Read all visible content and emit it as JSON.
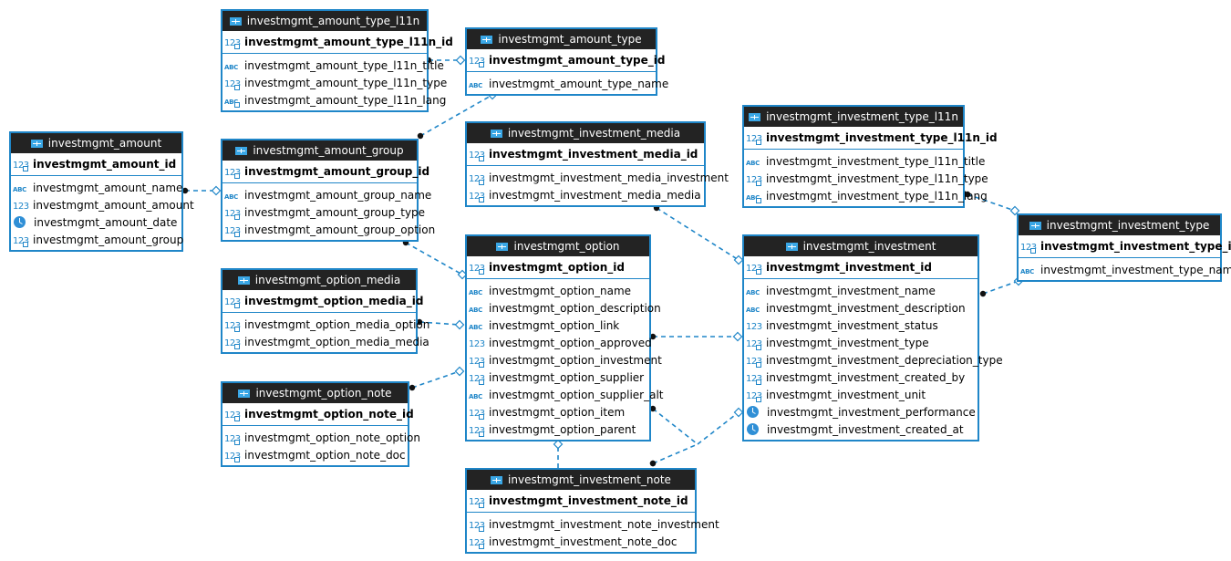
{
  "colors": {
    "border": "#1f86c8",
    "header_bg": "#232323",
    "link": "#1f86c8"
  },
  "entities": [
    {
      "id": "amount_type_l11n",
      "title": "investmgmt_amount_type_l11n",
      "pk": {
        "name": "investmgmt_amount_type_l11n_id",
        "type": "int"
      },
      "cols": [
        {
          "name": "investmgmt_amount_type_l11n_title",
          "type": "string"
        },
        {
          "name": "investmgmt_amount_type_l11n_type",
          "type": "intfk"
        },
        {
          "name": "investmgmt_amount_type_l11n_lang",
          "type": "stringfk"
        }
      ]
    },
    {
      "id": "amount_type",
      "title": "investmgmt_amount_type",
      "pk": {
        "name": "investmgmt_amount_type_id",
        "type": "int"
      },
      "cols": [
        {
          "name": "investmgmt_amount_type_name",
          "type": "string"
        }
      ]
    },
    {
      "id": "amount",
      "title": "investmgmt_amount",
      "pk": {
        "name": "investmgmt_amount_id",
        "type": "int"
      },
      "cols": [
        {
          "name": "investmgmt_amount_name",
          "type": "string"
        },
        {
          "name": "investmgmt_amount_amount",
          "type": "num"
        },
        {
          "name": "investmgmt_amount_date",
          "type": "time"
        },
        {
          "name": "investmgmt_amount_group",
          "type": "intfk"
        }
      ]
    },
    {
      "id": "amount_group",
      "title": "investmgmt_amount_group",
      "pk": {
        "name": "investmgmt_amount_group_id",
        "type": "int"
      },
      "cols": [
        {
          "name": "investmgmt_amount_group_name",
          "type": "string"
        },
        {
          "name": "investmgmt_amount_group_type",
          "type": "intfk"
        },
        {
          "name": "investmgmt_amount_group_option",
          "type": "intfk"
        }
      ]
    },
    {
      "id": "investment_media",
      "title": "investmgmt_investment_media",
      "pk": {
        "name": "investmgmt_investment_media_id",
        "type": "int"
      },
      "cols": [
        {
          "name": "investmgmt_investment_media_investment",
          "type": "intfk"
        },
        {
          "name": "investmgmt_investment_media_media",
          "type": "intfk"
        }
      ]
    },
    {
      "id": "investment_type_l11n",
      "title": "investmgmt_investment_type_l11n",
      "pk": {
        "name": "investmgmt_investment_type_l11n_id",
        "type": "int"
      },
      "cols": [
        {
          "name": "investmgmt_investment_type_l11n_title",
          "type": "string"
        },
        {
          "name": "investmgmt_investment_type_l11n_type",
          "type": "intfk"
        },
        {
          "name": "investmgmt_investment_type_l11n_lang",
          "type": "stringfk"
        }
      ]
    },
    {
      "id": "investment_type",
      "title": "investmgmt_investment_type",
      "pk": {
        "name": "investmgmt_investment_type_id",
        "type": "int"
      },
      "cols": [
        {
          "name": "investmgmt_investment_type_name",
          "type": "string"
        }
      ]
    },
    {
      "id": "option_media",
      "title": "investmgmt_option_media",
      "pk": {
        "name": "investmgmt_option_media_id",
        "type": "int"
      },
      "cols": [
        {
          "name": "investmgmt_option_media_option",
          "type": "intfk"
        },
        {
          "name": "investmgmt_option_media_media",
          "type": "intfk"
        }
      ]
    },
    {
      "id": "option",
      "title": "investmgmt_option",
      "pk": {
        "name": "investmgmt_option_id",
        "type": "int"
      },
      "cols": [
        {
          "name": "investmgmt_option_name",
          "type": "string"
        },
        {
          "name": "investmgmt_option_description",
          "type": "string"
        },
        {
          "name": "investmgmt_option_link",
          "type": "string"
        },
        {
          "name": "investmgmt_option_approved",
          "type": "num"
        },
        {
          "name": "investmgmt_option_investment",
          "type": "intfk"
        },
        {
          "name": "investmgmt_option_supplier",
          "type": "intfk"
        },
        {
          "name": "investmgmt_option_supplier_alt",
          "type": "string"
        },
        {
          "name": "investmgmt_option_item",
          "type": "intfk"
        },
        {
          "name": "investmgmt_option_parent",
          "type": "intfk"
        }
      ]
    },
    {
      "id": "investment",
      "title": "investmgmt_investment",
      "pk": {
        "name": "investmgmt_investment_id",
        "type": "int"
      },
      "cols": [
        {
          "name": "investmgmt_investment_name",
          "type": "string"
        },
        {
          "name": "investmgmt_investment_description",
          "type": "string"
        },
        {
          "name": "investmgmt_investment_status",
          "type": "num"
        },
        {
          "name": "investmgmt_investment_type",
          "type": "intfk"
        },
        {
          "name": "investmgmt_investment_depreciation_type",
          "type": "intfk"
        },
        {
          "name": "investmgmt_investment_created_by",
          "type": "intfk"
        },
        {
          "name": "investmgmt_investment_unit",
          "type": "intfk"
        },
        {
          "name": "investmgmt_investment_performance",
          "type": "time"
        },
        {
          "name": "investmgmt_investment_created_at",
          "type": "time"
        }
      ]
    },
    {
      "id": "option_note",
      "title": "investmgmt_option_note",
      "pk": {
        "name": "investmgmt_option_note_id",
        "type": "int"
      },
      "cols": [
        {
          "name": "investmgmt_option_note_option",
          "type": "intfk"
        },
        {
          "name": "investmgmt_option_note_doc",
          "type": "intfk"
        }
      ]
    },
    {
      "id": "investment_note",
      "title": "investmgmt_investment_note",
      "pk": {
        "name": "investmgmt_investment_note_id",
        "type": "int"
      },
      "cols": [
        {
          "name": "investmgmt_investment_note_investment",
          "type": "intfk"
        },
        {
          "name": "investmgmt_investment_note_doc",
          "type": "intfk"
        }
      ]
    }
  ]
}
